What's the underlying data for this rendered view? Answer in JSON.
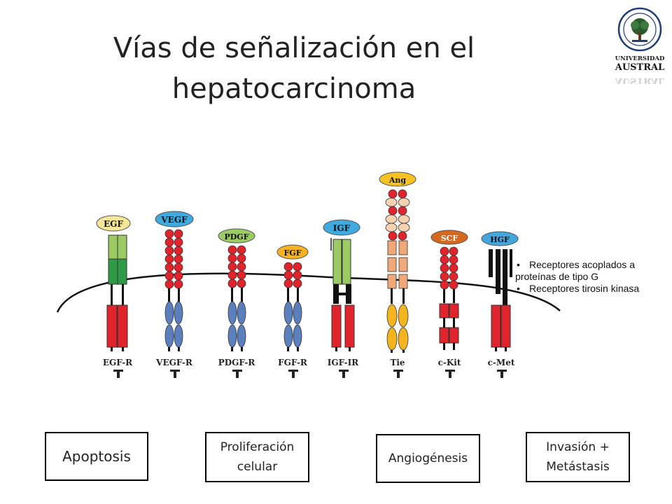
{
  "title": {
    "line1": "Vías de señalización en el",
    "line2": "hepatocarcinoma"
  },
  "logo": {
    "line1": "UNIVERSIDAD",
    "line2": "AUSTRAL",
    "icon": "university-seal-icon"
  },
  "ligands": [
    "EGF",
    "VEGF",
    "PDGF",
    "FGF",
    "IGF",
    "Ang",
    "SCF",
    "HGF"
  ],
  "receptors": [
    "EGF-R",
    "VEGF-R",
    "PDGF-R",
    "FGF-R",
    "IGF-IR",
    "Tie",
    "c-Kit",
    "c-Met"
  ],
  "legend": {
    "item1_a": "Receptores acoplados a",
    "item1_b": "proteínas  de tipo G",
    "item2": "Receptores tirosin kinasa"
  },
  "outcomes": {
    "apoptosis": "Apoptosis",
    "proliferation_a": "Proliferación",
    "proliferation_b": "celular",
    "angiogenesis": "Angiogénesis",
    "invasion_a": "Invasión +",
    "invasion_b": "Metástasis"
  },
  "colors": {
    "red": "#e1232b",
    "blue": "#5b7fbd",
    "light_green": "#9ccb63",
    "dark_green": "#2e9a46",
    "yellow_ligand": "#f4e79a",
    "blue_ligand": "#40a9dd",
    "green_ligand": "#9ccb63",
    "orange_ligand": "#f5b321",
    "ang_ligand": "#f5c221",
    "scf_ligand": "#d4681f",
    "hgf_ligand": "#43a7dd",
    "salmon": "#f0a878",
    "peach": "#f6d2b0",
    "gold": "#f2b51f"
  }
}
